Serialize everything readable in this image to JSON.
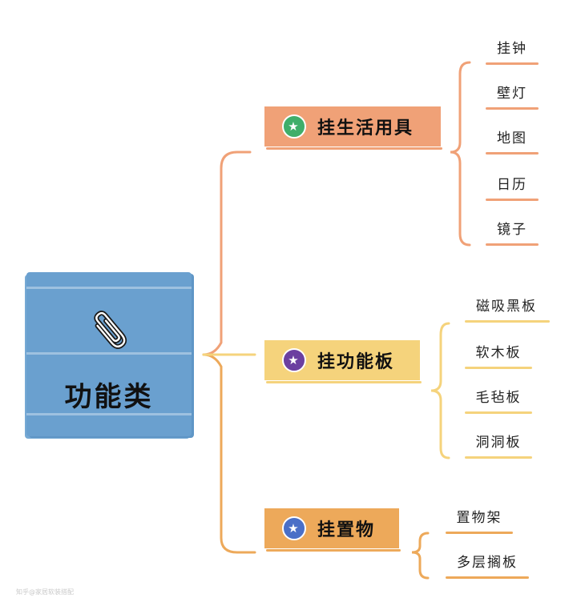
{
  "root": {
    "title": "功能类",
    "icon": "paperclip-icon"
  },
  "colors": {
    "root": "#6aa0cf",
    "branch1": "#f0a177",
    "branch2": "#f5d37c",
    "branch3": "#eda95a",
    "badge1": "#3fae6a",
    "badge2": "#6b3fa0",
    "badge3": "#4a6fc7"
  },
  "branches": [
    {
      "label": "挂生活用具",
      "icon": "star-icon",
      "leaves": [
        "挂钟",
        "壁灯",
        "地图",
        "日历",
        "镜子"
      ]
    },
    {
      "label": "挂功能板",
      "icon": "star-icon",
      "leaves": [
        "磁吸黑板",
        "软木板",
        "毛毡板",
        "洞洞板"
      ]
    },
    {
      "label": "挂置物",
      "icon": "star-icon",
      "leaves": [
        "置物架",
        "多层搁板"
      ]
    }
  ],
  "watermark": "知乎@家居软装搭配"
}
